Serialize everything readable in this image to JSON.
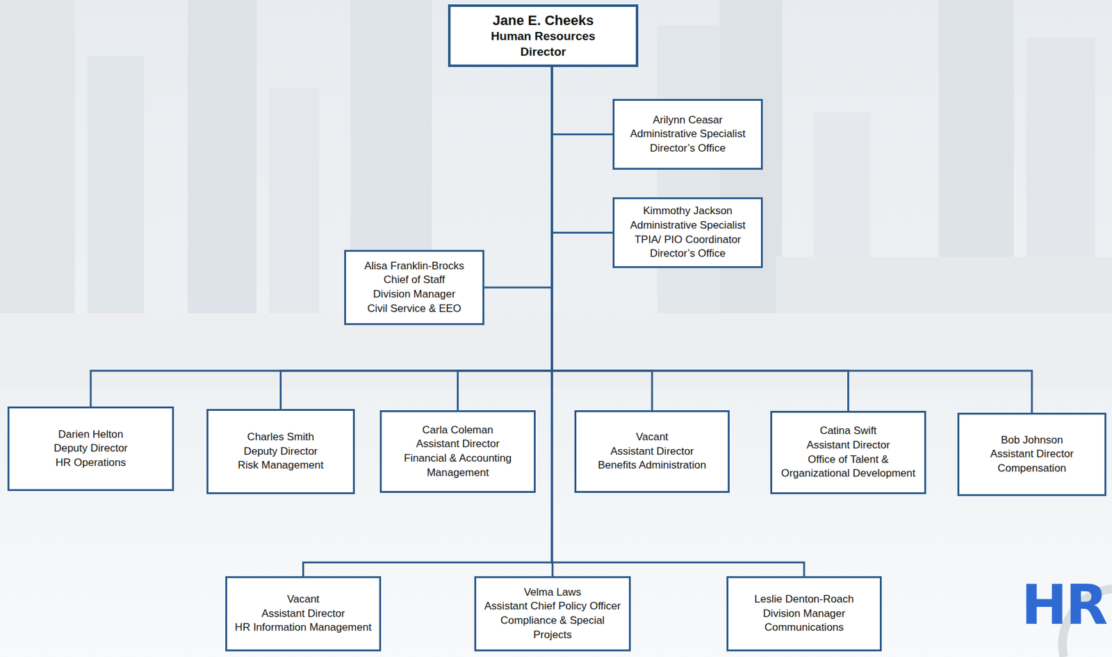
{
  "diagram": {
    "nodes": [
      {
        "text": [
          "Jane E. Cheeks",
          "Human Resources Director"
        ]
      },
      {
        "text": [
          "Arilynn Ceasar",
          "Administrative Specialist",
          "Director’s Office"
        ]
      },
      {
        "text": [
          "Kimmothy Jackson",
          "Administrative Specialist",
          "TPIA/ PIO Coordinator",
          "Director’s Office"
        ]
      },
      {
        "text": [
          "Alisa Franklin-Brocks",
          "Chief of Staff",
          "Division Manager",
          "Civil Service & EEO"
        ]
      },
      {
        "text": [
          "Darien Helton",
          "Deputy Director",
          "HR Operations"
        ]
      },
      {
        "text": [
          "Charles Smith",
          "Deputy Director",
          "Risk Management"
        ]
      },
      {
        "text": [
          "Carla Coleman",
          "Assistant Director",
          "Financial & Accounting Management"
        ]
      },
      {
        "text": [
          "Vacant",
          "Assistant Director",
          "Benefits Administration"
        ]
      },
      {
        "text": [
          "Catina Swift",
          "Assistant Director",
          "Office of Talent & Organizational Development"
        ]
      },
      {
        "text": [
          "Bob Johnson",
          "Assistant Director",
          "Compensation"
        ]
      },
      {
        "text": [
          "Vacant",
          "Assistant Director",
          "HR Information Management"
        ]
      },
      {
        "text": [
          "Velma Laws",
          "Assistant Chief Policy Officer",
          "Compliance & Special Projects"
        ]
      },
      {
        "text": [
          "Leslie Denton-Roach",
          "Division Manager",
          "Communications"
        ]
      }
    ],
    "edges": [
      {
        "from": 0,
        "to": 1,
        "arrow": "none"
      },
      {
        "from": 0,
        "to": 2,
        "arrow": "none"
      },
      {
        "from": 0,
        "to": 3,
        "arrow": "none"
      },
      {
        "from": 0,
        "to": 4,
        "arrow": "none"
      },
      {
        "from": 0,
        "to": 5,
        "arrow": "none"
      },
      {
        "from": 0,
        "to": 6,
        "arrow": "none"
      },
      {
        "from": 0,
        "to": 7,
        "arrow": "none"
      },
      {
        "from": 0,
        "to": 8,
        "arrow": "none"
      },
      {
        "from": 0,
        "to": 9,
        "arrow": "none"
      },
      {
        "from": 0,
        "to": 10,
        "arrow": "none"
      },
      {
        "from": 0,
        "to": 11,
        "arrow": "none"
      },
      {
        "from": 0,
        "to": 12,
        "arrow": "none"
      }
    ],
    "labels": [
      "HR"
    ]
  }
}
